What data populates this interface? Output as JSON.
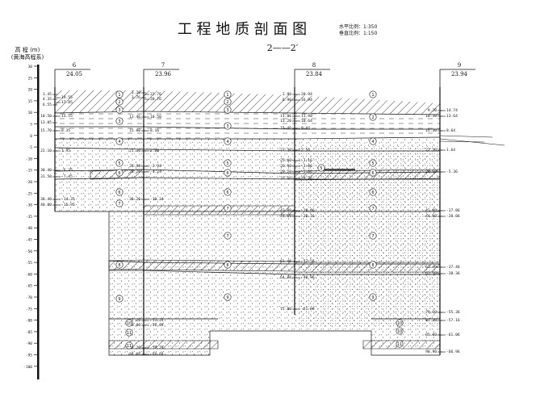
{
  "title": "工 程 地 质 剖 面 图",
  "section_label": "2——2′",
  "scales": {
    "horizontal": "水平比例：1:350",
    "vertical": "垂直比例：1:150"
  },
  "axis": {
    "title": "高 程 (m)",
    "subtitle": "(黄海高程系)",
    "ticks": [
      "30",
      "25",
      "20",
      "15",
      "10",
      "5",
      "0",
      "-5",
      "-10",
      "-15",
      "-20",
      "-25",
      "-30",
      "-35",
      "-40",
      "-45",
      "-50",
      "-55",
      "-60",
      "-65",
      "-70",
      "-75",
      "-80",
      "-85",
      "-90",
      "-95",
      "-100"
    ]
  },
  "boreholes": [
    {
      "id": "6",
      "elev": "24.05"
    },
    {
      "id": "7",
      "elev": "23.96"
    },
    {
      "id": "8",
      "elev": "23.84"
    },
    {
      "id": "9",
      "elev": "23.94"
    }
  ],
  "left_labels": [
    "1.45",
    "4.35",
    "6.55",
    "10.50",
    "13.05",
    "15.70",
    "22.10",
    "30.40",
    "31.50",
    "38.40",
    "40.00"
  ],
  "left_values": [
    "19.55",
    "17.85",
    "13.55",
    "8.35",
    "1.95",
    "-6.35",
    "-7.45",
    "-14.35",
    "-15.95"
  ],
  "bh7_labels": [
    "1.20",
    "3.76",
    "13.46",
    "15.80",
    "21.30",
    "26.90",
    "28.20",
    "36.20",
    "77.20",
    "80.80",
    "83.20",
    "84.00"
  ],
  "bh7_values": [
    "22.76",
    "20.76",
    "10.50",
    "8.16",
    "2.66",
    "-2.94",
    "-4.24",
    "-10.24",
    "-53.24",
    "-56.84",
    "-59.24",
    "-60.04"
  ],
  "bh8_labels": [
    "2.90",
    "6.90",
    "11.86",
    "13.20",
    "15.40",
    "21.30",
    "25.00",
    "26.90",
    "29.20",
    "33.60",
    "43.90",
    "44.00",
    "61.40",
    "64.80",
    "75.80"
  ],
  "bh8_values": [
    "20.94",
    "16.94",
    "11.98",
    "10.64",
    "8.44",
    "2.54",
    "-1.16",
    "-3.06",
    "-5.36",
    "-9.76",
    "-20.06",
    "-20.16",
    "-37.56",
    "-40.96",
    "-51.96"
  ],
  "bh9_labels": [
    "9.20",
    "10.30",
    "15.30",
    "22.30",
    "29.30",
    "41.80",
    "44.00",
    "61.40",
    "62.30",
    "79.30",
    "81.10",
    "85.00",
    "90.90"
  ],
  "bh9_values": [
    "14.74",
    "13.64",
    "8.64",
    "1.64",
    "-5.36",
    "-17.86",
    "-20.06",
    "-37.46",
    "-38.36",
    "-55.36",
    "-57.16",
    "-61.06",
    "-66.96"
  ],
  "layer_numbers": [
    "1",
    "2",
    "3",
    "4",
    "5",
    "6",
    "7",
    "8",
    "9",
    "10",
    "11"
  ],
  "colors": {
    "ink": "#111111",
    "bg": "#ffffff"
  }
}
